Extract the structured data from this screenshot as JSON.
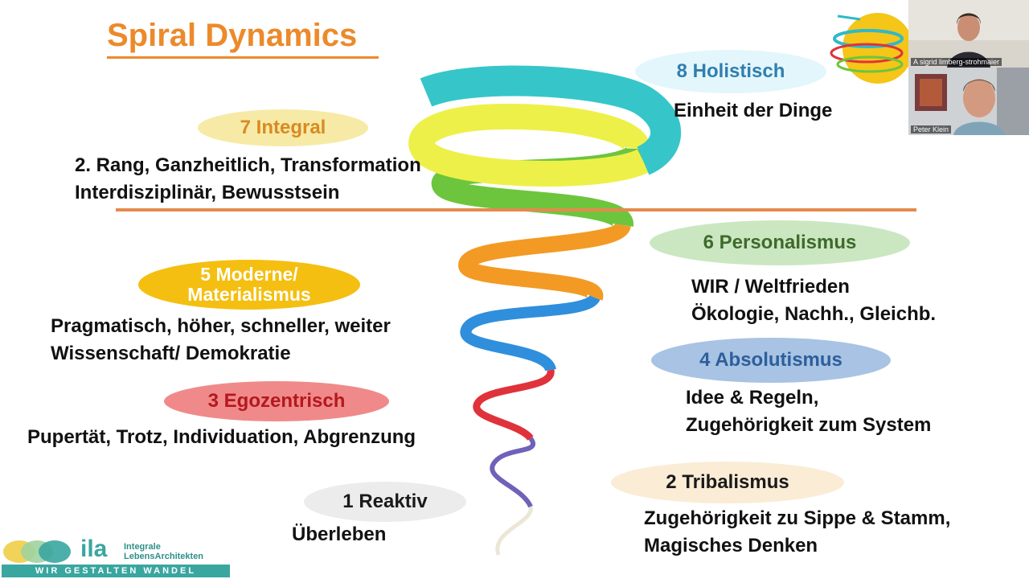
{
  "slide": {
    "title": "Spiral Dynamics",
    "levels": [
      {
        "label": "8 Holistisch",
        "desc": [
          "Einheit der Dinge"
        ]
      },
      {
        "label": "7 Integral",
        "desc": [
          "2. Rang, Ganzheitlich, Transformation",
          "Interdisziplinär, Bewusstsein"
        ]
      },
      {
        "label": "6 Personalismus",
        "desc": [
          "WIR / Weltfrieden",
          "Ökologie, Nachh., Gleichb."
        ]
      },
      {
        "label": "5 Moderne/ Materialismus",
        "desc": [
          "Pragmatisch, höher, schneller, weiter",
          "Wissenschaft/ Demokratie"
        ]
      },
      {
        "label": "4 Absolutismus",
        "desc": [
          "Idee & Regeln,",
          "Zugehörigkeit zum System"
        ]
      },
      {
        "label": "3 Egozentrisch",
        "desc": [
          "Pupertät, Trotz, Individuation, Abgrenzung"
        ]
      },
      {
        "label": "2 Tribalismus",
        "desc": [
          "Zugehörigkeit zu Sippe & Stamm,",
          "Magisches Denken"
        ]
      },
      {
        "label": "1 Reaktiv",
        "desc": [
          "Überleben"
        ]
      }
    ],
    "logo": {
      "word": "ila",
      "sub1": "Integrale",
      "sub2": "LebensArchitekten",
      "slogan": "WIR GESTALTEN WANDEL"
    }
  },
  "participants": [
    {
      "name": "A sigrid limberg-strohmaier"
    },
    {
      "name": "Peter Klein"
    }
  ],
  "colors": {
    "accent": "#ec8a2b",
    "level8_bg": "#e3f6fb",
    "level8_text": "#2f7fb0",
    "level7_bg": "#f7eaa6",
    "level7_text": "#d98a22",
    "level6_bg": "#cbe7c2",
    "level6_text": "#3f6a2c",
    "level5_bg": "#f4bf10",
    "level5_text": "#ffffff",
    "level4_bg": "#a8c3e4",
    "level4_text": "#2d5f9a",
    "level3_bg": "#f08a8a",
    "level3_text": "#b4181e",
    "level2_bg": "#fbecd6",
    "level2_text": "#1a1a1a",
    "level1_bg": "#ececec",
    "level1_text": "#1a1a1a"
  }
}
